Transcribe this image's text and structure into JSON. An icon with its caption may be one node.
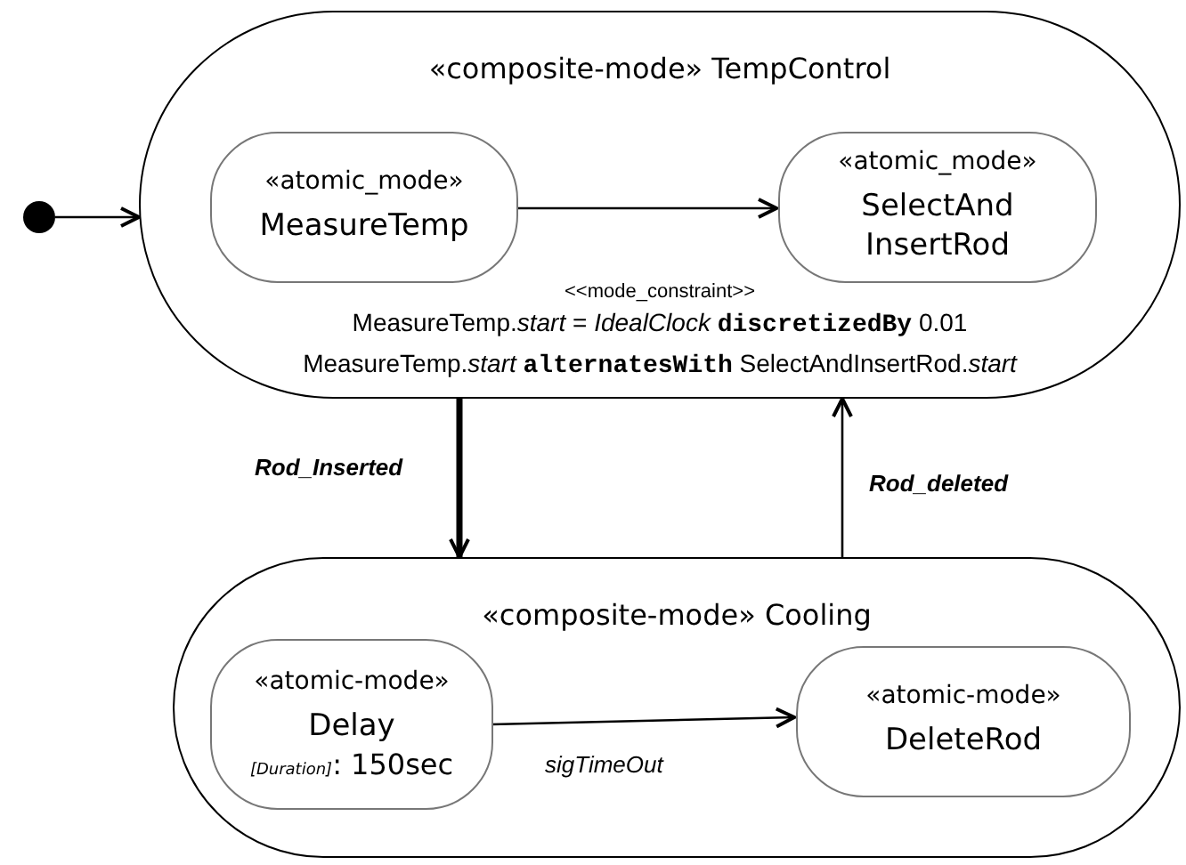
{
  "diagram": {
    "nodes": [
      {
        "text": [],
        "shape": "circle"
      },
      {
        "text": [
          "«composite-mode» TempControl",
          "<<mode_constraint>>",
          "MeasureTemp.*start*  = *IdealClock* **discretizedBy** 0.01",
          "MeasureTemp.*start* **alternatesWith** SelectAndInsertRod.*start*"
        ]
      },
      {
        "text": [
          "«atomic_mode»",
          "MeasureTemp"
        ],
        "in": 1
      },
      {
        "text": [
          "«atomic_mode»",
          "SelectAnd InsertRod"
        ],
        "in": 1
      },
      {
        "text": [
          "«composite-mode» Cooling"
        ]
      },
      {
        "text": [
          "«atomic-mode»",
          "Delay",
          "*[Duration]*: 150sec"
        ],
        "in": 4
      },
      {
        "text": [
          "«atomic-mode»",
          "DeleteRod"
        ],
        "in": 4
      }
    ],
    "edges": [
      {
        "from": 0,
        "to": 1,
        "arrow": "to"
      },
      {
        "from": 2,
        "to": 3,
        "arrow": "to"
      },
      {
        "from": 1,
        "to": 4,
        "arrow": "to",
        "label": "Rod_Inserted",
        "style": "thick"
      },
      {
        "from": 4,
        "to": 1,
        "arrow": "to",
        "label": "Rod_deleted"
      },
      {
        "from": 5,
        "to": 6,
        "arrow": "to",
        "label": "sigTimeOut"
      }
    ]
  }
}
